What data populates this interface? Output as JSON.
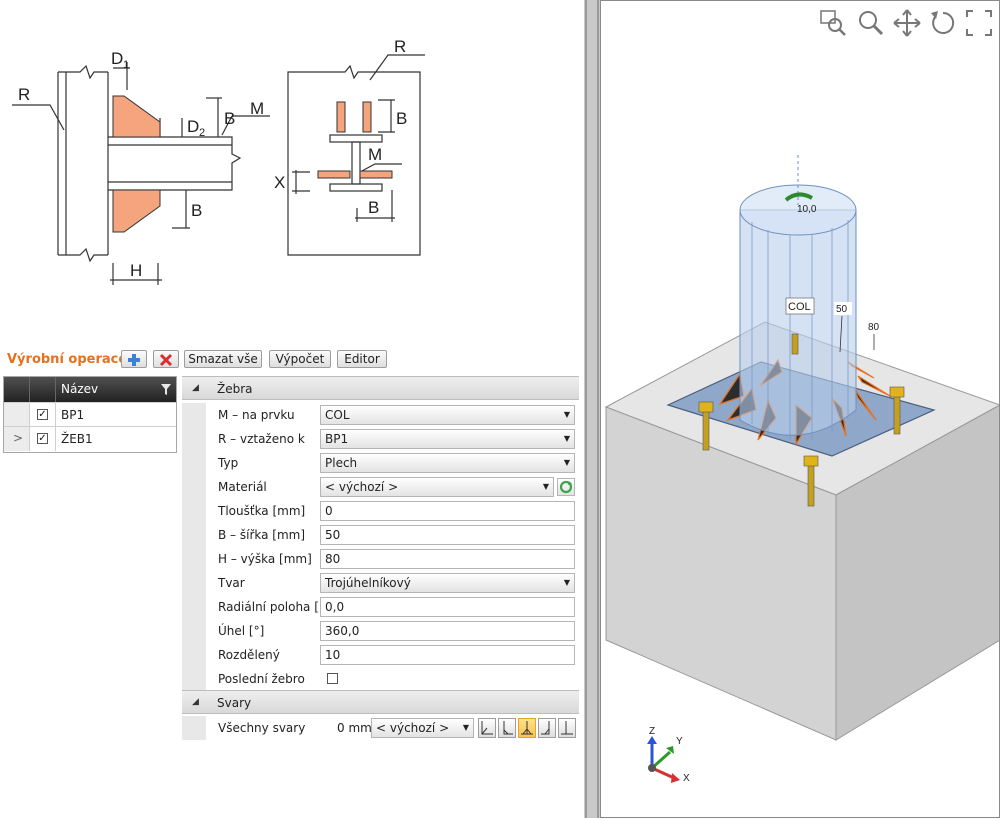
{
  "colors": {
    "accent": "#e8701a",
    "stiffener_fill": "#f4a57d",
    "viewport_bg": "#ffffff",
    "block_fill": "#dcdcdc",
    "column_fill": "#b9cfec",
    "plate_fill": "#8fa7c9",
    "anchor_yellow": "#e0b31a",
    "dim_label_bg": "#ffffff"
  },
  "sketch": {
    "labels_left": {
      "r": "R",
      "d1": "D",
      "d1_sub": "1",
      "d2": "D",
      "d2_sub": "2",
      "b_top": "B",
      "m": "M",
      "b_bottom": "B",
      "h": "H"
    },
    "labels_right": {
      "r": "R",
      "b_top": "B",
      "m": "M",
      "x": "X",
      "b_bottom": "B"
    }
  },
  "toolbar": {
    "title": "Výrobní operace",
    "add_icon": "add-icon",
    "delete_icon": "delete-icon",
    "delete_all": "Smazat vše",
    "calculate": "Výpočet",
    "editor": "Editor"
  },
  "grid": {
    "header_name": "Název",
    "filter_icon": "filter-icon",
    "rows": [
      {
        "indicator": "",
        "checked": true,
        "name": "BP1"
      },
      {
        "indicator": ">",
        "checked": true,
        "name": "ŽEB1"
      }
    ]
  },
  "properties": {
    "section1": "Žebra",
    "rows": [
      {
        "label": "M – na prvku",
        "value": "COL",
        "kind": "combo"
      },
      {
        "label": "R – vztaženo k",
        "value": "BP1",
        "kind": "combo"
      },
      {
        "label": "Typ",
        "value": "Plech",
        "kind": "combo"
      },
      {
        "label": "Materiál",
        "value": "< výchozí >",
        "kind": "combo-refresh"
      },
      {
        "label": "Tloušťka [mm]",
        "value": "0",
        "kind": "text"
      },
      {
        "label": "B – šířka [mm]",
        "value": "50",
        "kind": "text"
      },
      {
        "label": "H – výška [mm]",
        "value": "80",
        "kind": "text"
      },
      {
        "label": "Tvar",
        "value": "Trojúhelníkový",
        "kind": "combo"
      },
      {
        "label": "Radiální poloha [°]",
        "value": "0,0",
        "kind": "text"
      },
      {
        "label": "Úhel [°]",
        "value": "360,0",
        "kind": "text"
      },
      {
        "label": "Rozdělený",
        "value": "10",
        "kind": "text"
      },
      {
        "label": "Poslední žebro",
        "value": "",
        "kind": "checkbox"
      }
    ],
    "section2": "Svary",
    "welds": {
      "label": "Všechny svary",
      "size": "0 mm",
      "type": "< výchozí >"
    }
  },
  "viewport": {
    "tools": [
      "zoom-window-icon",
      "zoom-icon",
      "pan-icon",
      "rotate-icon",
      "fit-icon"
    ],
    "labels": {
      "col": "COL",
      "angle": "10,0",
      "dim_b": "50",
      "dim_h": "80"
    },
    "axes": {
      "z": "Z",
      "y": "Y",
      "x": "X"
    }
  }
}
